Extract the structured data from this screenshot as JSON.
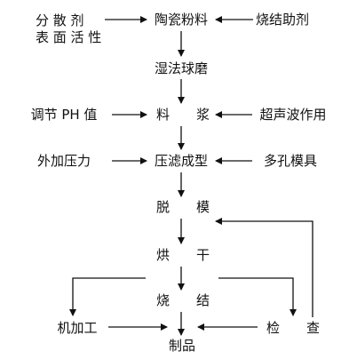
{
  "labels": {
    "dispersant_line1": "分 散 剂",
    "dispersant_line2": "表 面 活 性",
    "ceramic_powder": "陶瓷粉料",
    "sintering_aid": "烧结助剂",
    "wet_ball_milling": "湿法球磨",
    "adjust_ph": "调节 PH 值",
    "slurry": "料　　浆",
    "ultrasonic": "超声波作用",
    "external_pressure": "外加压力",
    "pressure_filtration": "压滤成型",
    "porous_mold": "多孔模具",
    "demolding": "脱　　模",
    "drying": "烘　　干",
    "sintering": "烧　　结",
    "machining": "机加工",
    "inspection": "检　　查",
    "product": "制品"
  }
}
